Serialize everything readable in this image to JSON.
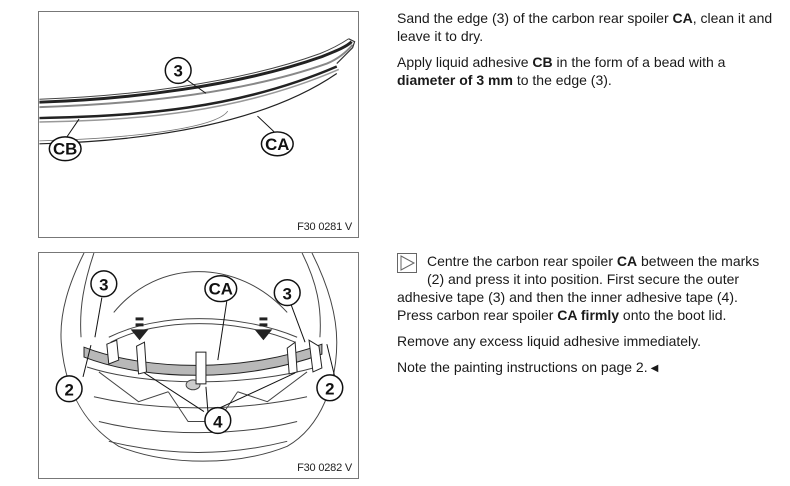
{
  "figures": [
    {
      "id": "F30 0281 V",
      "labels": {
        "part3": "3",
        "cb": "CB",
        "ca": "CA"
      }
    },
    {
      "id": "F30 0282 V",
      "labels": {
        "part3_left": "3",
        "ca": "CA",
        "part3_right": "3",
        "part2_left": "2",
        "part2_right": "2",
        "part4": "4"
      }
    }
  ],
  "block1": {
    "p1": {
      "t1": "Sand the edge (3) of the carbon rear spoiler ",
      "b1": "CA",
      "t2": ", clean it and leave it to dry."
    },
    "p2": {
      "t1": "Apply liquid adhesive ",
      "b1": "CB",
      "t2": " in the form of a bead with a ",
      "b2": "diameter of 3 mm",
      "t3": " to the edge (3)."
    }
  },
  "block2": {
    "step_icon": "triangle-right-icon",
    "p1": {
      "t1": "Centre the carbon rear spoiler ",
      "b1": "CA",
      "t2": " between the marks (2) and press it into position. First secure the outer adhesive tape (3) and then the inner adhesive tape (4). Press carbon rear spoiler ",
      "b2": "CA firmly",
      "t3": " onto the boot lid."
    },
    "p2": "Remove any excess liquid adhesive immediately.",
    "p3": "Note the painting instructions on page 2.",
    "end_icon": "end-of-section-icon"
  }
}
